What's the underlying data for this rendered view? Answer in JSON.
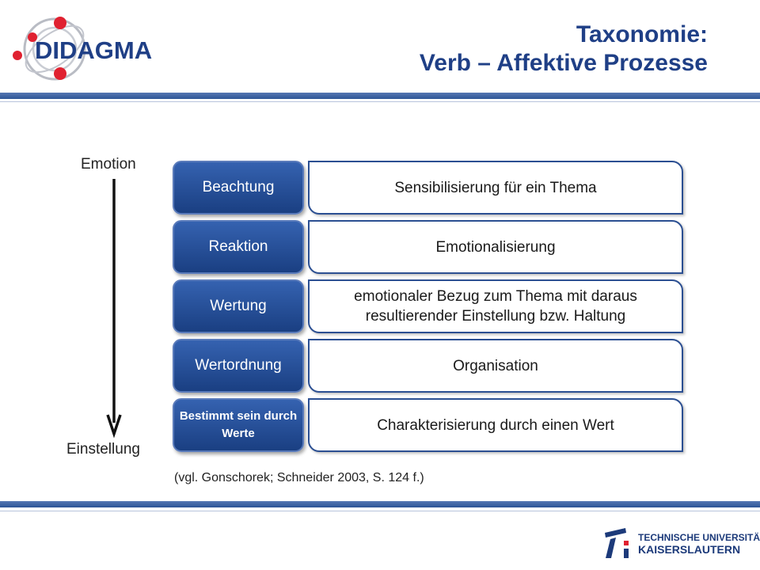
{
  "header": {
    "logo_text": "DIDAGMA",
    "title_line1": "Taxonomie:",
    "title_line2": "Verb – Affektive Prozesse"
  },
  "axis": {
    "start_label": "Emotion",
    "end_label": "Einstellung",
    "icon": "arrow-down-icon"
  },
  "levels": [
    {
      "label": "Beachtung",
      "description": "Sensibilisierung für ein Thema"
    },
    {
      "label": "Reaktion",
      "description": "Emotionalisierung"
    },
    {
      "label": "Wertung",
      "description": "emotionaler Bezug zum Thema mit daraus resultierender Einstellung bzw. Haltung"
    },
    {
      "label": "Wertordnung",
      "description": "Organisation"
    },
    {
      "label": "Bestimmt sein durch Werte",
      "description": "Charakterisierung durch einen Wert"
    }
  ],
  "citation": "(vgl. Gonschorek; Schneider 2003, S. 124 f.)",
  "footer": {
    "university_line1": "TECHNISCHE UNIVERSITÄT",
    "university_line2": "KAISERSLAUTERN"
  },
  "colors": {
    "brand_blue": "#1f3f86",
    "logo_red": "#e02130",
    "button_blue": "#2a52a0"
  }
}
